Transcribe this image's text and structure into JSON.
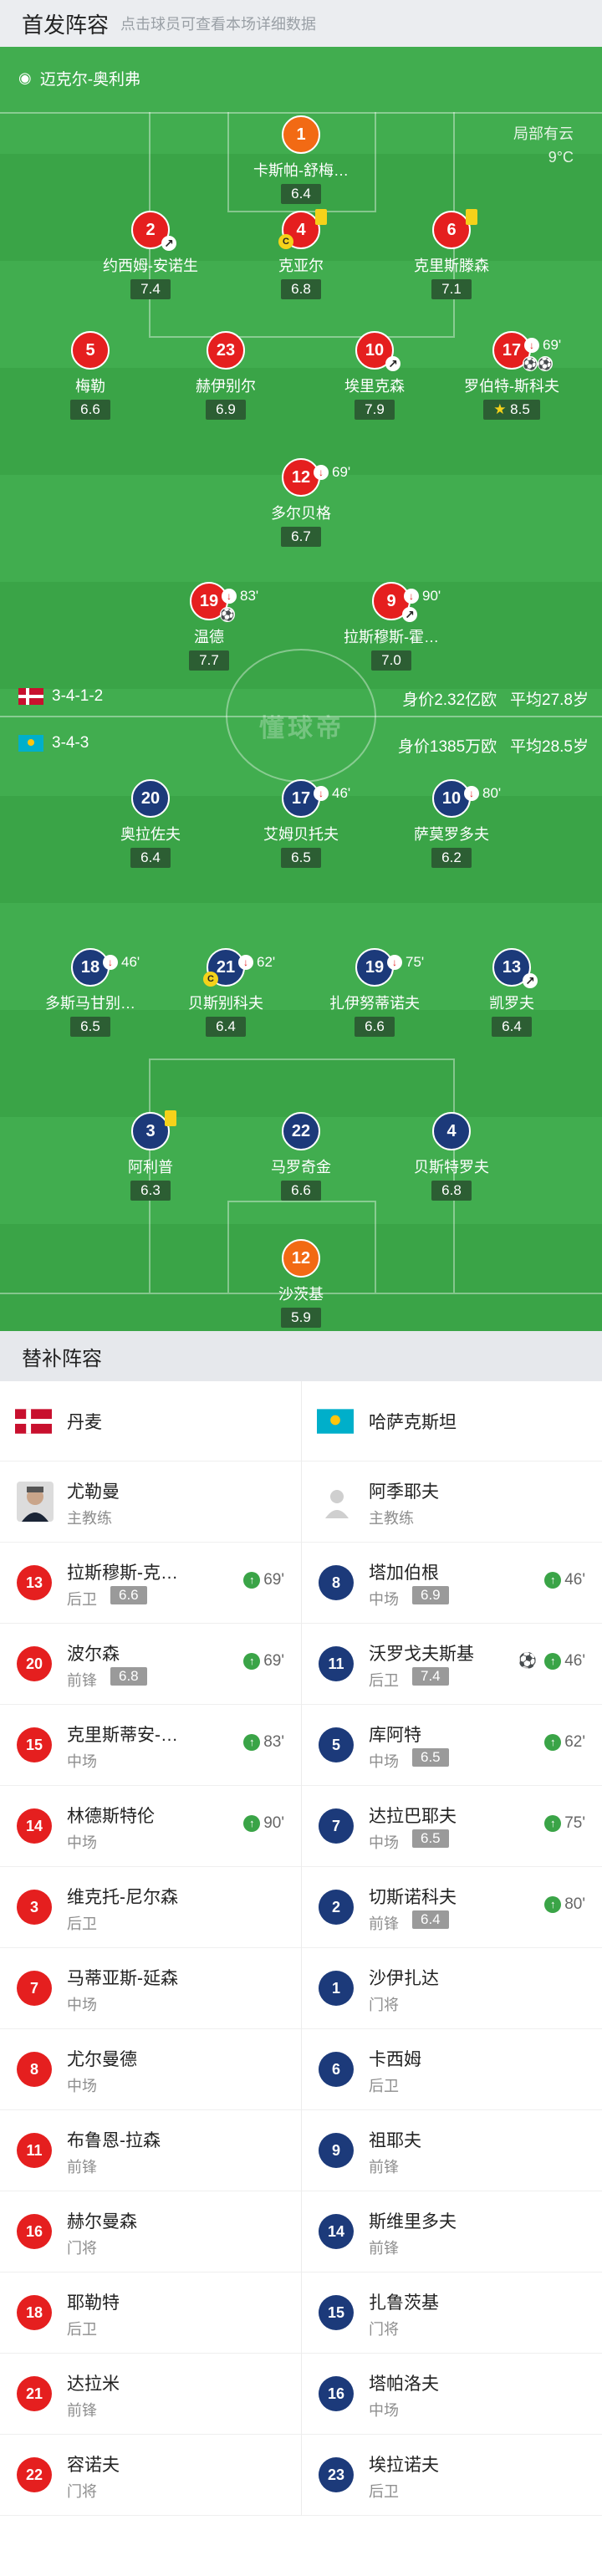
{
  "header": {
    "title": "首发阵容",
    "hint": "点击球员可查看本场详细数据"
  },
  "referee": "迈克尔-奥利弗",
  "weather": {
    "condition": "局部有云",
    "temp": "9°C"
  },
  "watermark": "懂球帝",
  "teams": {
    "home": {
      "formation": "3-4-1-2",
      "value": "身价2.32亿欧",
      "age": "平均27.8岁"
    },
    "away": {
      "formation": "3-4-3",
      "value": "身价1385万欧",
      "age": "平均28.5岁"
    }
  },
  "pitch_players": [
    {
      "num": "1",
      "name": "卡斯帕-舒梅…",
      "rating": "6.4"
    },
    {
      "num": "2",
      "name": "约西姆-安诺生",
      "rating": "7.4"
    },
    {
      "num": "4",
      "name": "克亚尔",
      "rating": "6.8"
    },
    {
      "num": "6",
      "name": "克里斯滕森",
      "rating": "7.1"
    },
    {
      "num": "5",
      "name": "梅勒",
      "rating": "6.6"
    },
    {
      "num": "23",
      "name": "赫伊别尔",
      "rating": "6.9"
    },
    {
      "num": "10",
      "name": "埃里克森",
      "rating": "7.9"
    },
    {
      "num": "17",
      "name": "罗伯特-斯科夫",
      "rating": "8.5",
      "sub": "69'"
    },
    {
      "num": "12",
      "name": "多尔贝格",
      "rating": "6.7",
      "sub": "69'"
    },
    {
      "num": "19",
      "name": "温德",
      "rating": "7.7",
      "sub": "83'"
    },
    {
      "num": "9",
      "name": "拉斯穆斯-霍…",
      "rating": "7.0",
      "sub": "90'"
    },
    {
      "num": "20",
      "name": "奥拉佐夫",
      "rating": "6.4"
    },
    {
      "num": "17",
      "name": "艾姆贝托夫",
      "rating": "6.5",
      "sub": "46'"
    },
    {
      "num": "10",
      "name": "萨莫罗多夫",
      "rating": "6.2",
      "sub": "80'"
    },
    {
      "num": "18",
      "name": "多斯马甘别…",
      "rating": "6.5",
      "sub": "46'"
    },
    {
      "num": "21",
      "name": "贝斯别科夫",
      "rating": "6.4",
      "sub": "62'"
    },
    {
      "num": "19",
      "name": "扎伊努蒂诺夫",
      "rating": "6.6",
      "sub": "75'"
    },
    {
      "num": "13",
      "name": "凯罗夫",
      "rating": "6.4"
    },
    {
      "num": "3",
      "name": "阿利普",
      "rating": "6.3"
    },
    {
      "num": "22",
      "name": "马罗奇金",
      "rating": "6.6"
    },
    {
      "num": "4",
      "name": "贝斯特罗夫",
      "rating": "6.8"
    },
    {
      "num": "12",
      "name": "沙茨基",
      "rating": "5.9"
    }
  ],
  "subs_header": "替补阵容",
  "home": {
    "country": "丹麦",
    "coach": {
      "name": "尤勒曼",
      "role": "主教练"
    },
    "subs": [
      {
        "num": "13",
        "name": "拉斯穆斯-克…",
        "pos": "后卫",
        "rating": "6.6",
        "in": "69'"
      },
      {
        "num": "20",
        "name": "波尔森",
        "pos": "前锋",
        "rating": "6.8",
        "in": "69'"
      },
      {
        "num": "15",
        "name": "克里斯蒂安-…",
        "pos": "中场",
        "in": "83'"
      },
      {
        "num": "14",
        "name": "林德斯特伦",
        "pos": "中场",
        "in": "90'"
      },
      {
        "num": "3",
        "name": "维克托-尼尔森",
        "pos": "后卫"
      },
      {
        "num": "7",
        "name": "马蒂亚斯-延森",
        "pos": "中场"
      },
      {
        "num": "8",
        "name": "尤尔曼德",
        "pos": "中场"
      },
      {
        "num": "11",
        "name": "布鲁恩-拉森",
        "pos": "前锋"
      },
      {
        "num": "16",
        "name": "赫尔曼森",
        "pos": "门将"
      },
      {
        "num": "18",
        "name": "耶勒特",
        "pos": "后卫"
      },
      {
        "num": "21",
        "name": "达拉米",
        "pos": "前锋"
      },
      {
        "num": "22",
        "name": "容诺夫",
        "pos": "门将"
      }
    ]
  },
  "away": {
    "country": "哈萨克斯坦",
    "coach": {
      "name": "阿季耶夫",
      "role": "主教练"
    },
    "subs": [
      {
        "num": "8",
        "name": "塔加伯根",
        "pos": "中场",
        "rating": "6.9",
        "in": "46'"
      },
      {
        "num": "11",
        "name": "沃罗戈夫斯基",
        "pos": "后卫",
        "rating": "7.4",
        "in": "46'",
        "goal": "⚽"
      },
      {
        "num": "5",
        "name": "库阿特",
        "pos": "中场",
        "rating": "6.5",
        "in": "62'"
      },
      {
        "num": "7",
        "name": "达拉巴耶夫",
        "pos": "中场",
        "rating": "6.5",
        "in": "75'"
      },
      {
        "num": "2",
        "name": "切斯诺科夫",
        "pos": "前锋",
        "rating": "6.4",
        "in": "80'"
      },
      {
        "num": "1",
        "name": "沙伊扎达",
        "pos": "门将"
      },
      {
        "num": "6",
        "name": "卡西姆",
        "pos": "后卫"
      },
      {
        "num": "9",
        "name": "祖耶夫",
        "pos": "前锋"
      },
      {
        "num": "14",
        "name": "斯维里多夫",
        "pos": "前锋"
      },
      {
        "num": "15",
        "name": "扎鲁茨基",
        "pos": "门将"
      },
      {
        "num": "16",
        "name": "塔帕洛夫",
        "pos": "中场"
      },
      {
        "num": "23",
        "name": "埃拉诺夫",
        "pos": "后卫"
      }
    ]
  },
  "colors": {
    "home": "#e51f1f",
    "away": "#1c3a7a",
    "gk": "#f26a14",
    "pitch": "#3aa447",
    "sub_in": "#3aa447"
  }
}
